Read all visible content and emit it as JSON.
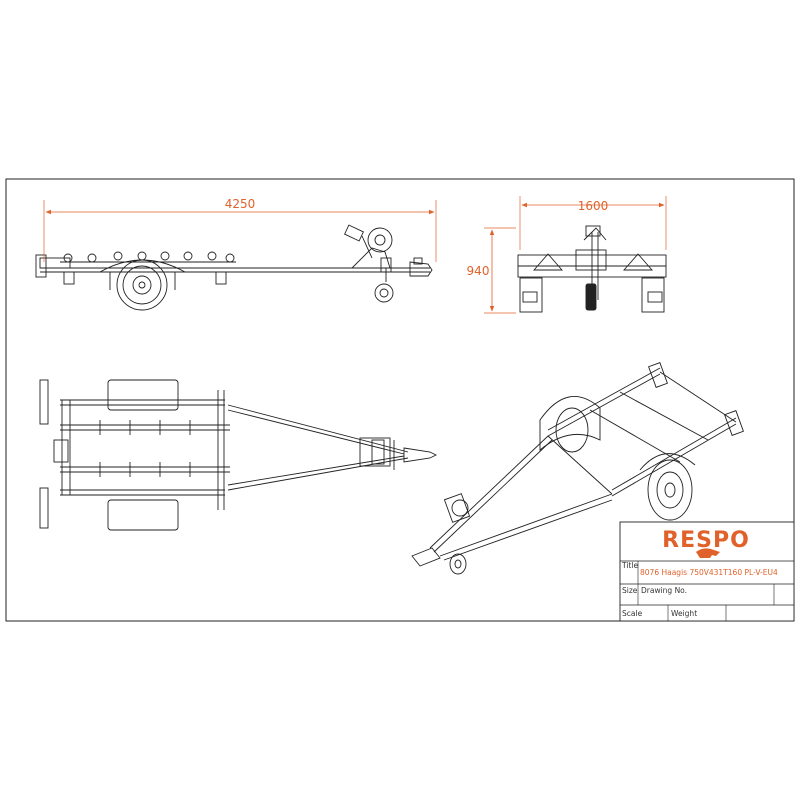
{
  "colors": {
    "line": "#222222",
    "dimension": "#e0622a",
    "accent": "#e0622a",
    "background": "#ffffff"
  },
  "dimensions": {
    "length": "4250",
    "width": "1600",
    "height": "940"
  },
  "title_block": {
    "logo": "RESPO",
    "logo_icon": "boar-icon",
    "title_label": "Title",
    "title_value": "8076 Haagis 750V431T160 PL-V-EU4",
    "size_label": "Size",
    "drawing_no_label": "Drawing No.",
    "scale_label": "Scale",
    "weight_label": "Weight"
  }
}
